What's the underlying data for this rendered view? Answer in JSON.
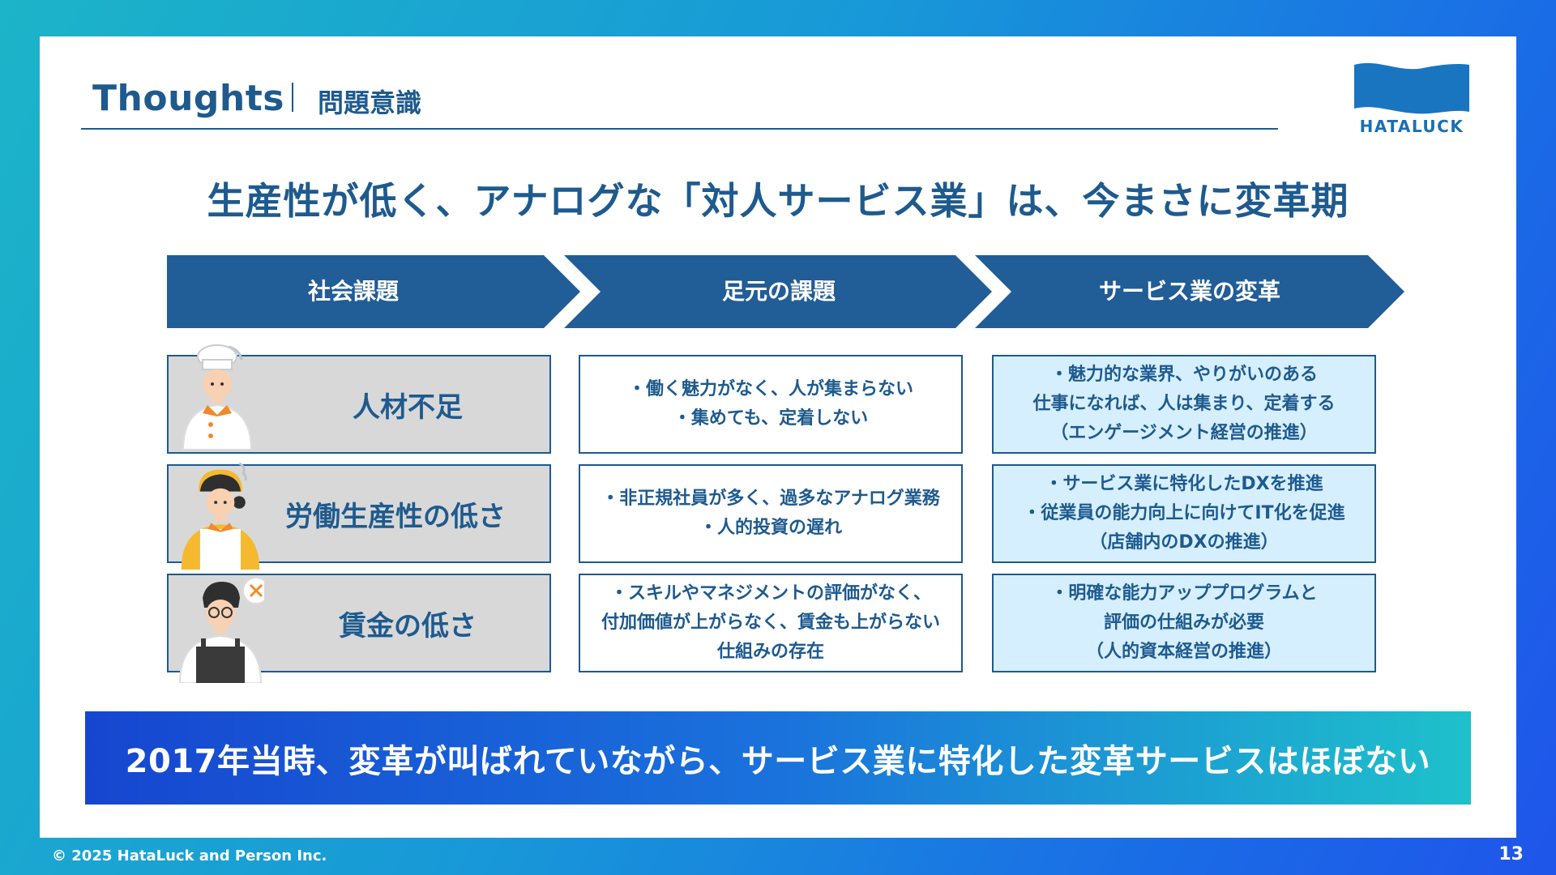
{
  "header": {
    "title": "Thoughts",
    "subtitle": "問題意識"
  },
  "logo": {
    "text": "HATALUCK",
    "color": "#1a75c0"
  },
  "headline": "生産性が低く、アナログな「対人サービス業」は、今まさに変革期",
  "columns": [
    {
      "label": "社会課題"
    },
    {
      "label": "足元の課題"
    },
    {
      "label": "サービス業の変革"
    }
  ],
  "rows": [
    {
      "issue": "人材不足",
      "icon": "chef-person-icon",
      "problem": [
        "・働く魅力がなく、人が集まらない",
        "・集めても、定着しない"
      ],
      "reform": [
        "・魅力的な業界、やりがいのある",
        "仕事になれば、人は集まり、定着する",
        "（エンゲージメント経営の推進）"
      ]
    },
    {
      "issue": "労働生産性の低さ",
      "icon": "staff-person-icon",
      "problem": [
        "・非正規社員が多く、過多なアナログ業務",
        "・人的投資の遅れ"
      ],
      "reform": [
        "・サービス業に特化したDXを推進",
        "・従業員の能力向上に向けてIT化を促進",
        "（店舗内のDXの推進）"
      ]
    },
    {
      "issue": "賃金の低さ",
      "icon": "waiter-person-icon",
      "problem": [
        "・スキルやマネジメントの評価がなく、",
        "付加価値が上がらなく、賃金も上がらない",
        "仕組みの存在"
      ],
      "reform": [
        "・明確な能力アッププログラムと",
        "評価の仕組みが必要",
        "（人的資本経営の推進）"
      ]
    }
  ],
  "banner": "2017年当時、変革が叫ばれていながら、サービス業に特化した変革サービスはほぼない",
  "footer": "© 2025 HataLuck and Person Inc.",
  "page_number": "13",
  "colors": {
    "primary": "#1e5a8e",
    "chevron": "#215d97",
    "issue_box": "#d8d8d8",
    "reform_box": "#d6efff"
  }
}
